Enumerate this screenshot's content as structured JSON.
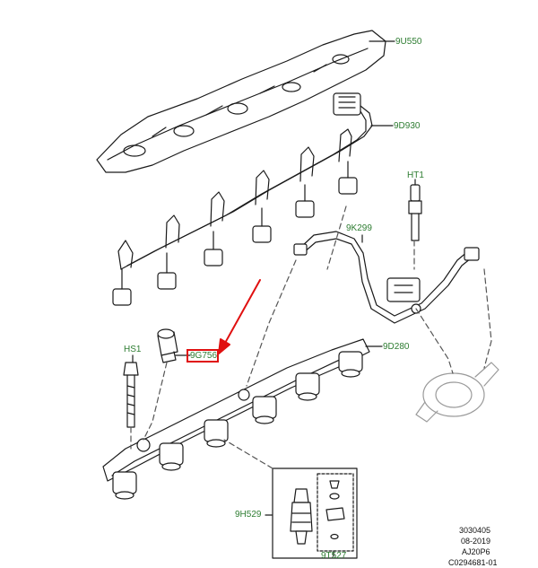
{
  "colors": {
    "callout_text": "#2e7d32",
    "highlight": "#e01010",
    "line_art": "#1a1a1a"
  },
  "callouts": {
    "fuel_rail_cover": "9U550",
    "injector_harness": "9D930",
    "high_pressure_sensor": "HT1",
    "fuel_feed_pipe": "9K299",
    "fuel_rail": "9D280",
    "rail_bolt": "HS1",
    "pressure_sensor": "9G756",
    "injector": "9H529",
    "injector_seal_kit": "9T527"
  },
  "diagram_ref": {
    "line1": "3030405",
    "line2": "08-2019",
    "line3": "AJ20P6",
    "line4": "C0294681-01"
  }
}
